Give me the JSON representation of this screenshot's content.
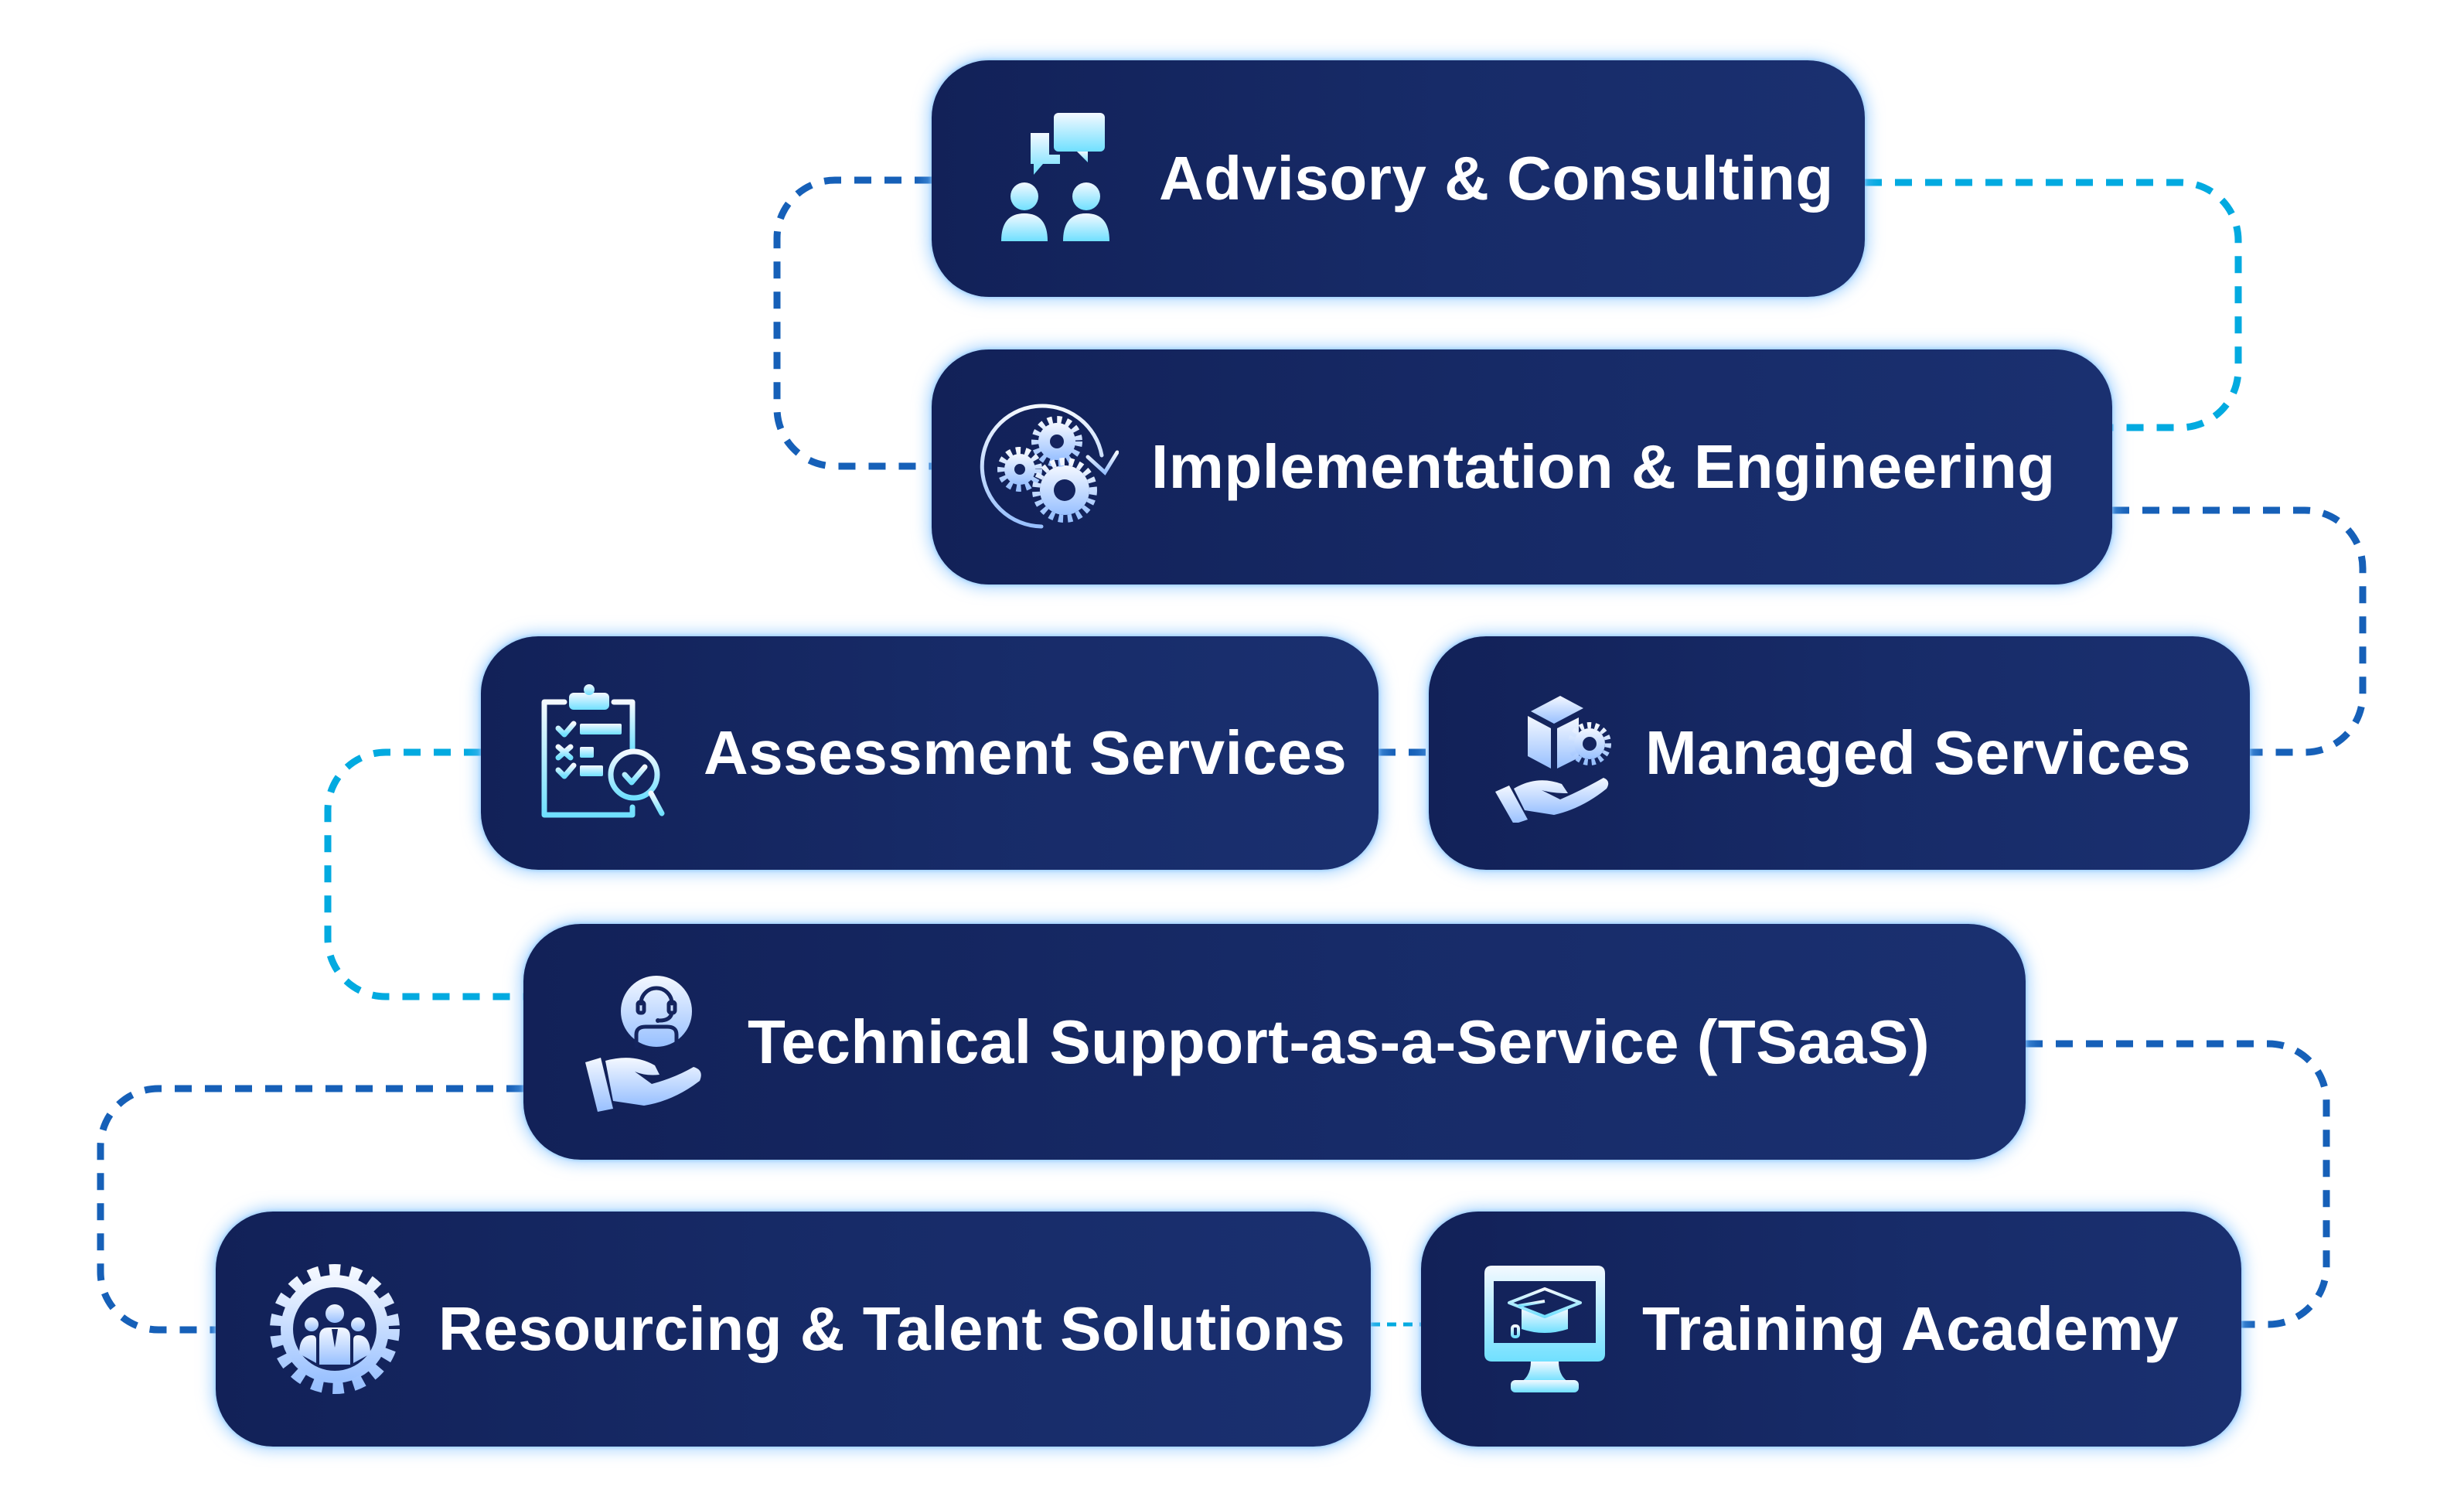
{
  "diagram": {
    "type": "service-flow",
    "colors": {
      "box_bg_start": "#122158",
      "box_bg_end": "#1a3070",
      "glow": "#8cc8ff",
      "connector_dark": "#1660b8",
      "connector_cyan": "#02aae0",
      "icon_top": "#f2f8ff",
      "icon_bottom_cyan": "#76e0ff",
      "icon_bottom_blue": "#9ec4ff"
    },
    "services": [
      {
        "id": "advisory",
        "label": "Advisory & Consulting",
        "icon": "consulting-people-chat-icon"
      },
      {
        "id": "implementation",
        "label": "Implementation & Engineering",
        "icon": "gears-cycle-icon"
      },
      {
        "id": "assessment",
        "label": "Assessment Services",
        "icon": "clipboard-checklist-magnifier-icon"
      },
      {
        "id": "managed",
        "label": "Managed Services",
        "icon": "hand-box-gear-icon"
      },
      {
        "id": "tsaas",
        "label": "Technical Support-as-a-Service (TSaaS)",
        "icon": "hand-support-agent-headset-icon"
      },
      {
        "id": "resourcing",
        "label": "Resourcing & Talent Solutions",
        "icon": "gear-team-people-icon"
      },
      {
        "id": "training",
        "label": "Training Academy",
        "icon": "monitor-graduation-cap-icon"
      }
    ],
    "connections": [
      {
        "from": "advisory",
        "to": "implementation",
        "side": "left",
        "color": "dark"
      },
      {
        "from": "advisory",
        "to": "implementation",
        "side": "right",
        "color": "cyan"
      },
      {
        "from": "implementation",
        "to": "managed",
        "side": "right",
        "color": "dark"
      },
      {
        "from": "assessment",
        "to": "managed",
        "side": "between",
        "color": "dark"
      },
      {
        "from": "assessment",
        "to": "tsaas",
        "side": "left",
        "color": "cyan"
      },
      {
        "from": "tsaas",
        "to": "training",
        "side": "right",
        "color": "dark"
      },
      {
        "from": "tsaas",
        "to": "resourcing",
        "side": "left",
        "color": "dark"
      },
      {
        "from": "resourcing",
        "to": "training",
        "side": "between",
        "color": "cyan"
      }
    ]
  }
}
